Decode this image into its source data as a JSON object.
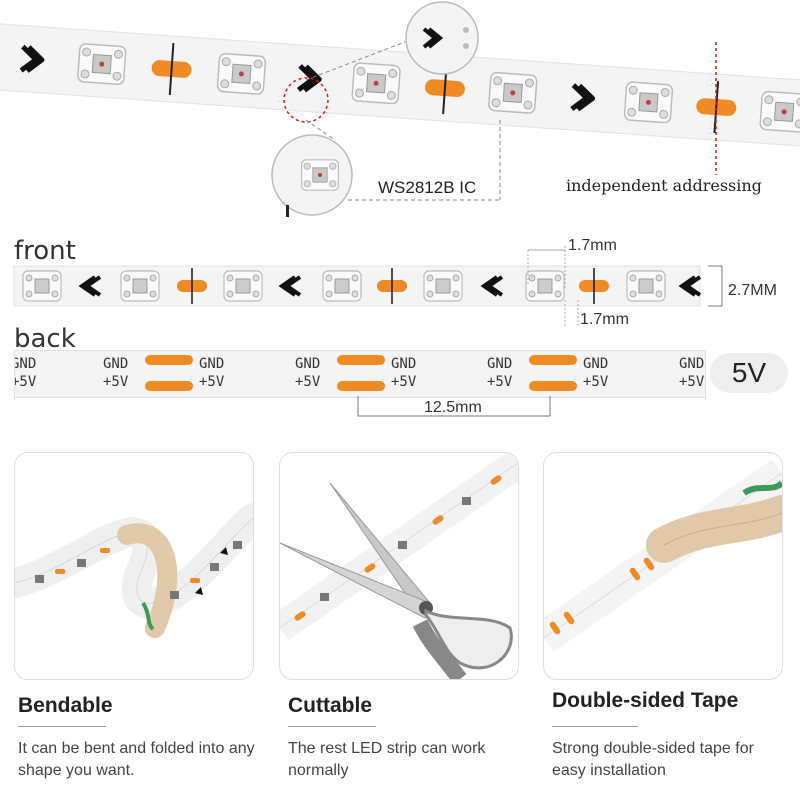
{
  "top": {
    "ic_label": "WS2812B IC",
    "addressing_label": "independent addressing"
  },
  "front": {
    "label": "front",
    "dim_top": "1.7mm",
    "dim_bottom": "1.7mm",
    "dim_width": "2.7MM"
  },
  "back": {
    "label": "back",
    "pad_gnd": "GND",
    "pad_5v": "+5V",
    "dim_pitch": "12.5mm",
    "voltage": "5V"
  },
  "features": [
    {
      "title": "Bendable",
      "desc": "It can be bent and folded into any shape you want."
    },
    {
      "title": "Cuttable",
      "desc": "The rest LED strip can work normally"
    },
    {
      "title": "Double-sided Tape",
      "desc": "Strong double-sided tape for easy installation"
    }
  ],
  "colors": {
    "pad_orange": "#f08a24",
    "callout_red": "#e0141e",
    "strip_white": "#f4f4f4",
    "tape_tan": "#e0c8a8"
  }
}
